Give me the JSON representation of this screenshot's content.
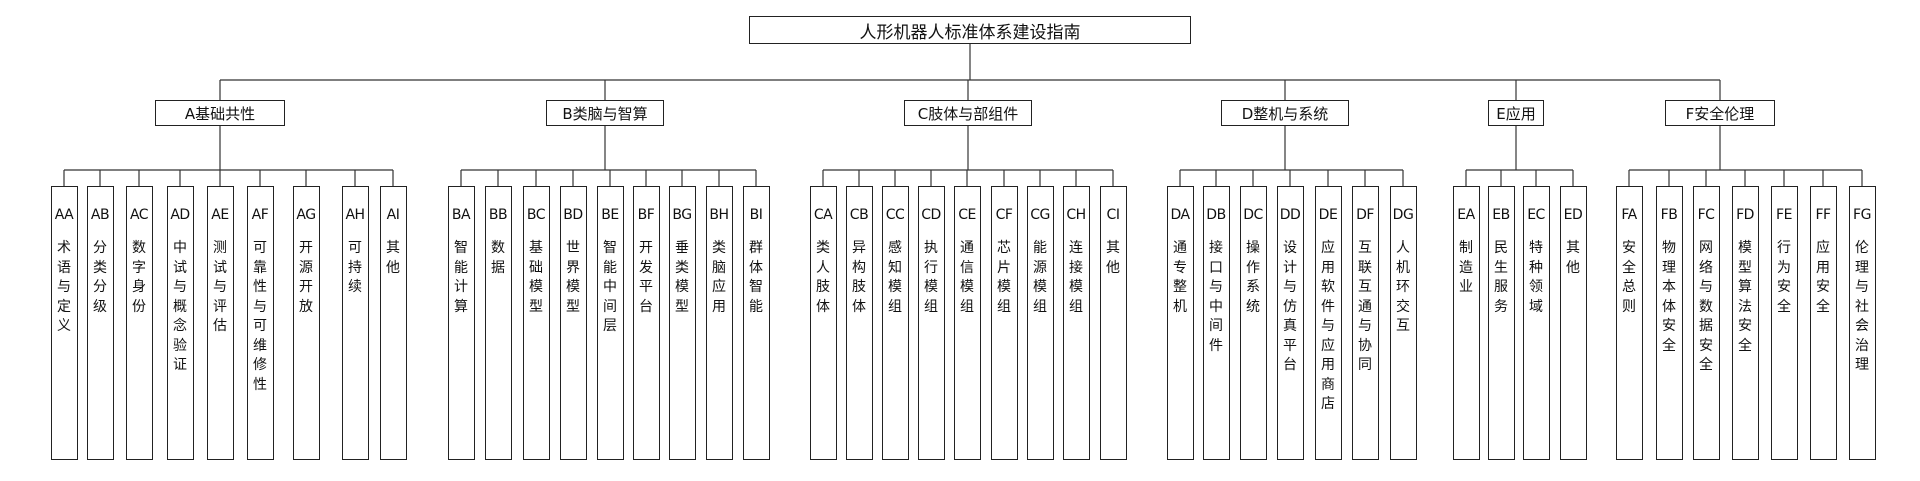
{
  "root": "人形机器人标准体系建设指南",
  "categories": [
    {
      "label": "A基础共性",
      "items": [
        {
          "code": "AA",
          "name": "术语与定义"
        },
        {
          "code": "AB",
          "name": "分类分级"
        },
        {
          "code": "AC",
          "name": "数字身份"
        },
        {
          "code": "AD",
          "name": "中试与概念验证"
        },
        {
          "code": "AE",
          "name": "测试与评估"
        },
        {
          "code": "AF",
          "name": "可靠性与可维修性"
        },
        {
          "code": "AG",
          "name": "开源开放"
        },
        {
          "code": "AH",
          "name": "可持续"
        },
        {
          "code": "AI",
          "name": "其他"
        }
      ]
    },
    {
      "label": "B类脑与智算",
      "items": [
        {
          "code": "BA",
          "name": "智能计算"
        },
        {
          "code": "BB",
          "name": "数据"
        },
        {
          "code": "BC",
          "name": "基础模型"
        },
        {
          "code": "BD",
          "name": "世界模型"
        },
        {
          "code": "BE",
          "name": "智能中间层"
        },
        {
          "code": "BF",
          "name": "开发平台"
        },
        {
          "code": "BG",
          "name": "垂类模型"
        },
        {
          "code": "BH",
          "name": "类脑应用"
        },
        {
          "code": "BI",
          "name": "群体智能"
        }
      ]
    },
    {
      "label": "C肢体与部组件",
      "items": [
        {
          "code": "CA",
          "name": "类人肢体"
        },
        {
          "code": "CB",
          "name": "异构肢体"
        },
        {
          "code": "CC",
          "name": "感知模组"
        },
        {
          "code": "CD",
          "name": "执行模组"
        },
        {
          "code": "CE",
          "name": "通信模组"
        },
        {
          "code": "CF",
          "name": "芯片模组"
        },
        {
          "code": "CG",
          "name": "能源模组"
        },
        {
          "code": "CH",
          "name": "连接模组"
        },
        {
          "code": "CI",
          "name": "其他"
        }
      ]
    },
    {
      "label": "D整机与系统",
      "items": [
        {
          "code": "DA",
          "name": "通专整机"
        },
        {
          "code": "DB",
          "name": "接口与中间件"
        },
        {
          "code": "DC",
          "name": "操作系统"
        },
        {
          "code": "DD",
          "name": "设计与仿真平台"
        },
        {
          "code": "DE",
          "name": "应用软件与应用商店"
        },
        {
          "code": "DF",
          "name": "互联互通与协同"
        },
        {
          "code": "DG",
          "name": "人机环交互"
        }
      ]
    },
    {
      "label": "E应用",
      "items": [
        {
          "code": "EA",
          "name": "制造业"
        },
        {
          "code": "EB",
          "name": "民生服务"
        },
        {
          "code": "EC",
          "name": "特种领域"
        },
        {
          "code": "ED",
          "name": "其他"
        }
      ]
    },
    {
      "label": "F安全伦理",
      "items": [
        {
          "code": "FA",
          "name": "安全总则"
        },
        {
          "code": "FB",
          "name": "物理本体安全"
        },
        {
          "code": "FC",
          "name": "网络与数据安全"
        },
        {
          "code": "FD",
          "name": "模型算法安全"
        },
        {
          "code": "FE",
          "name": "行为安全"
        },
        {
          "code": "FF",
          "name": "应用安全"
        },
        {
          "code": "FG",
          "name": "伦理与社会治理"
        }
      ]
    }
  ]
}
